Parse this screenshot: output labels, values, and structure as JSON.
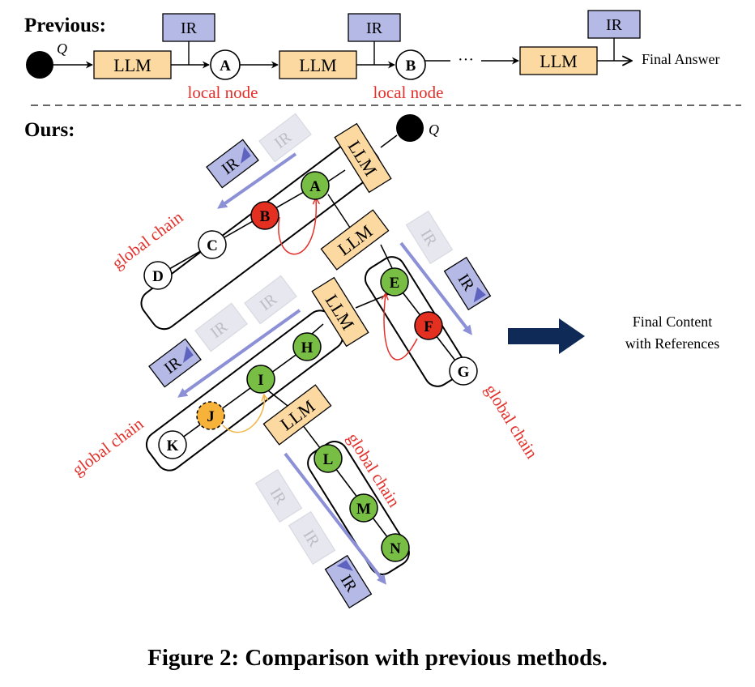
{
  "sections": {
    "previous": "Previous:",
    "ours": "Ours:"
  },
  "labels": {
    "llm": "LLM",
    "ir": "IR",
    "query": "Q",
    "ellipsis": "···",
    "final_answer": "Final Answer",
    "local_node": "local node",
    "global_chain": "global chain",
    "final_content_line1": "Final Content",
    "final_content_line2": "with References"
  },
  "nodes": {
    "a": "A",
    "b": "B",
    "c": "C",
    "d": "D",
    "e": "E",
    "f": "F",
    "g": "G",
    "h": "H",
    "i": "I",
    "j": "J",
    "k": "K",
    "l": "L",
    "m": "M",
    "n": "N"
  },
  "caption": "Figure 2: Comparison with previous methods.",
  "colors": {
    "llm_fill": "#fbd9a1",
    "ir_fill": "#b5b9e6",
    "ir_ghost_fill": "#e7e8ef",
    "green_node": "#79be44",
    "red_node": "#e43021",
    "orange_node": "#f7b23a",
    "annotation_red": "#e4302a",
    "ir_arrow": "#8c90d6",
    "big_arrow": "#0f2a57"
  }
}
